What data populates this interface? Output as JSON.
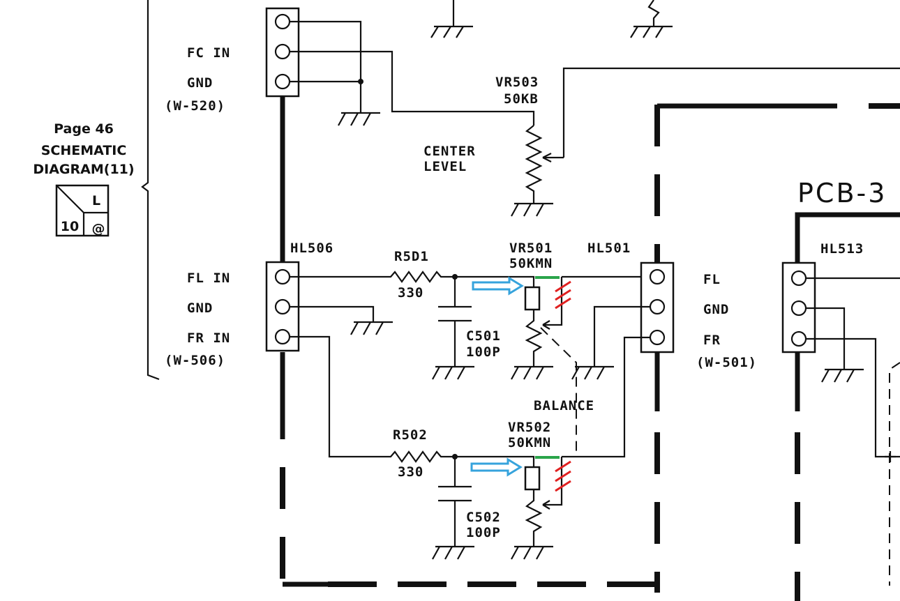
{
  "reference": {
    "page": "Page 46",
    "line1": "SCHEMATIC",
    "line2": "DIAGRAM(11)",
    "sheet_number": "10",
    "sheet_letter": "L",
    "sheet_symbol": "@"
  },
  "connectors": {
    "top": {
      "pin1": "FC IN",
      "pin2": "GND",
      "wire": "(W-520)"
    },
    "left": {
      "name": "HL506",
      "pin1": "FL IN",
      "pin2": "GND",
      "pin3": "FR IN",
      "wire": "(W-506)"
    },
    "middle": {
      "name": "HL501"
    },
    "right": {
      "name": "HL513",
      "pin1": "FL",
      "pin2": "GND",
      "pin3": "FR",
      "wire": "(W-501)"
    }
  },
  "components": {
    "vr503": {
      "ref": "VR503",
      "value": "50KB"
    },
    "center_level": {
      "line1": "CENTER",
      "line2": "LEVEL"
    },
    "r501": {
      "ref": "R5D1",
      "value": "330"
    },
    "c501": {
      "ref": "C501",
      "value": "100P"
    },
    "vr501": {
      "ref": "VR501",
      "value": "50KMN"
    },
    "balance": {
      "label": "BALANCE"
    },
    "r502": {
      "ref": "R502",
      "value": "330"
    },
    "c502": {
      "ref": "C502",
      "value": "100P"
    },
    "vr502": {
      "ref": "VR502",
      "value": "50KMN"
    }
  },
  "board": {
    "label": "PCB-3"
  },
  "markup_colors": {
    "arrow": "#36a3dc",
    "bridge": "#2aa44a",
    "cut": "#e02020"
  }
}
